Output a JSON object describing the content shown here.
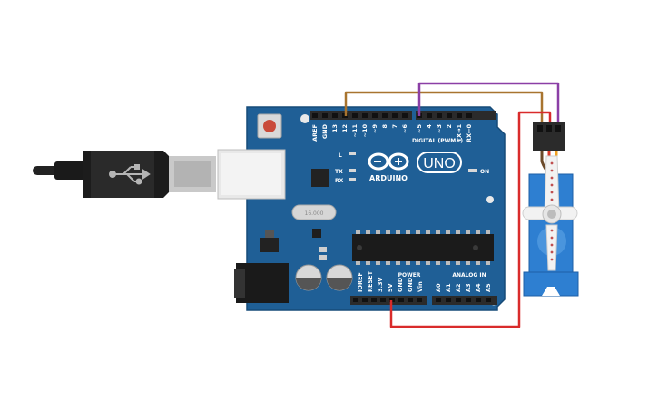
{
  "board": {
    "brand": "ARDUINO",
    "model": "UNO",
    "digital_header": "DIGITAL (PWM~)",
    "power_header": "POWER",
    "analog_header": "ANALOG IN",
    "led_l": "L",
    "led_tx": "TX",
    "led_rx": "RX",
    "led_on": "ON",
    "digital_pins": [
      "AREF",
      "GND",
      "13",
      "12",
      "~11",
      "~10",
      "~9",
      "8",
      "7",
      "~6",
      "~5",
      "4",
      "~3",
      "2",
      "TX→1",
      "RX←0"
    ],
    "power_pins": [
      "IOREF",
      "RESET",
      "3.3V",
      "5V",
      "GND",
      "GND",
      "Vin"
    ],
    "analog_pins": [
      "A0",
      "A1",
      "A2",
      "A3",
      "A4",
      "A5"
    ]
  },
  "colors": {
    "board": "#1f5f96",
    "board_edge": "#174b78",
    "header": "#2b2b2b",
    "wire_gnd": "#a8742f",
    "wire_signal": "#8b3fa6",
    "wire_power": "#d92b2b",
    "servo_body": "#2e7fd1"
  },
  "icons": [
    "usb-icon",
    "arduino-infinity-logo"
  ]
}
